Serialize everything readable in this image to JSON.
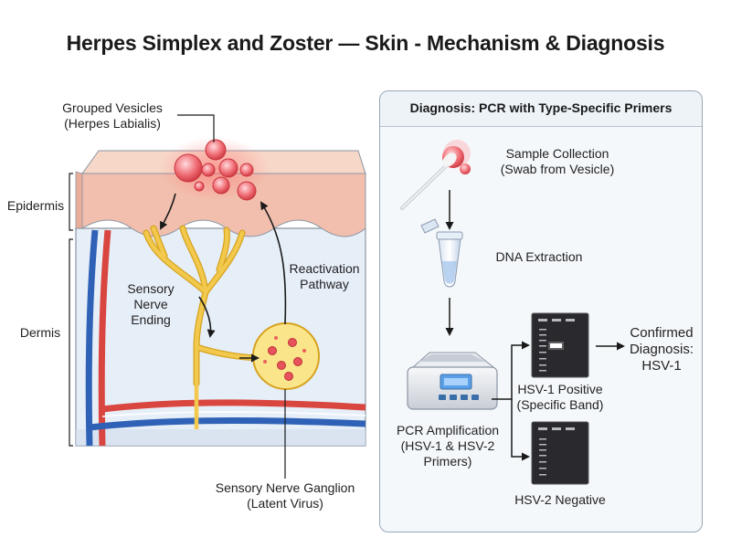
{
  "title": "Herpes Simplex and Zoster — Skin - Mechanism & Diagnosis",
  "skin_diagram": {
    "vesicles_label": [
      "Grouped Vesicles",
      "(Herpes Labialis)"
    ],
    "epidermis_label": "Epidermis",
    "dermis_label": "Dermis",
    "nerve_ending_label": [
      "Sensory",
      "Nerve",
      "Ending"
    ],
    "reactivation_label": [
      "Reactivation",
      "Pathway"
    ],
    "ganglion_label": [
      "Sensory Nerve Ganglion",
      "(Latent Virus)"
    ]
  },
  "diagnosis_panel": {
    "title": "Diagnosis: PCR with Type-Specific Primers",
    "sample_label": [
      "Sample Collection",
      "(Swab from Vesicle)"
    ],
    "extraction_label": "DNA Extraction",
    "pcr_label": [
      "PCR Amplification",
      "(HSV-1 & HSV-2",
      "Primers)"
    ],
    "hsv1_label": [
      "HSV-1 Positive",
      "(Specific Band)"
    ],
    "hsv2_label": "HSV-2 Negative",
    "result_label": [
      "Confirmed",
      "Diagnosis:",
      "HSV-1"
    ]
  },
  "colors": {
    "skin_top": "#f3c6b3",
    "dermis_bg": "#e6eef8",
    "nerve": "#f2c94c",
    "ganglion": "#fbe58a",
    "vesicle": "#e8525a",
    "artery": "#d9463f",
    "vein": "#2f62b6",
    "gel": "#2a2a2e"
  }
}
